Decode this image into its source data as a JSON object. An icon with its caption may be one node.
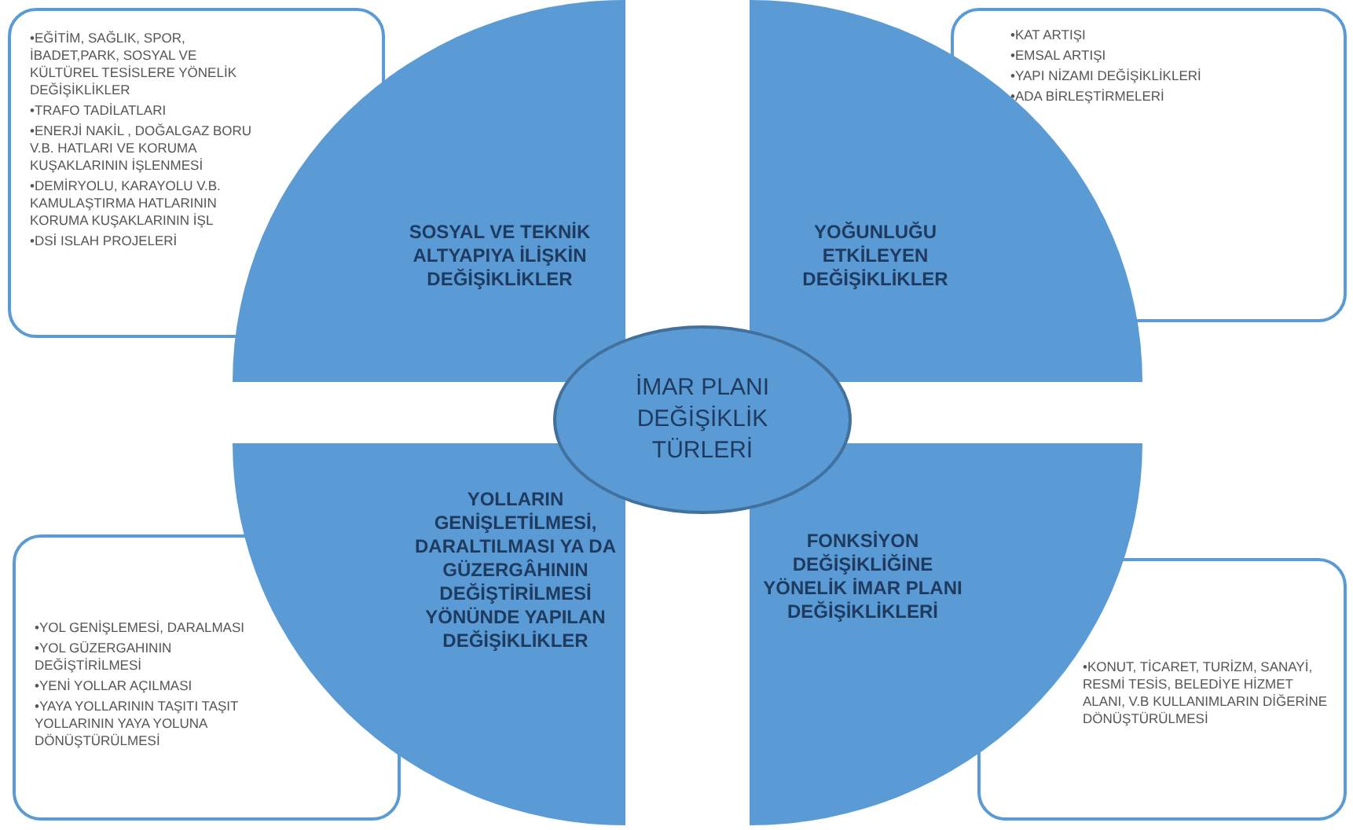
{
  "diagram": {
    "nodes": [
      {
        "text": [
          "•EĞİTİM, SAĞLIK, SPOR, İBADET,PARK, SOSYAL VE KÜLTÜREL TESİSLERE YÖNELİK DEĞİŞİKLİKLER",
          "•TRAFO TADİLATLARI",
          "•ENERJİ NAKİL , DOĞALGAZ BORU V.B. HATLARI VE KORUMA KUŞAKLARININ İŞLENMESİ",
          "•DEMİRYOLU, KARAYOLU V.B. KAMULAŞTIRMA HATLARININ KORUMA KUŞAKLARININ İŞL",
          "•DSİ ISLAH PROJELERİ"
        ]
      },
      {
        "text": [
          "SOSYAL VE TEKNİK ALTYAPIYA İLİŞKİN DEĞİŞİKLİKLER"
        ]
      },
      {
        "text": [
          "YOĞUNLUĞU ETKİLEYEN DEĞİŞİKLİKLER"
        ]
      },
      {
        "text": [
          "•KAT ARTIŞI",
          "•EMSAL ARTIŞI",
          "•YAPI NİZAMI DEĞİŞİKLİKLERİ",
          "•ADA BİRLEŞTİRMELERİ"
        ]
      },
      {
        "text": [
          "İMAR PLANI DEĞİŞİKLİK TÜRLERİ"
        ]
      },
      {
        "text": [
          "•YOL GENİŞLEMESİ, DARALMASI",
          "•YOL GÜZERGAHININ DEĞİŞTİRİLMESİ",
          "•YENİ YOLLAR AÇILMASI",
          "•YAYA YOLLARININ TAŞITI TAŞIT YOLLARININ YAYA YOLUNA DÖNÜŞTÜRÜLMESİ"
        ]
      },
      {
        "text": [
          "YOLLARIN GENİŞLETİLMESİ, DARALTILMASI YA DA GÜZERGÂHININ DEĞİŞTİRİLMESİ YÖNÜNDE YAPILAN DEĞİŞİKLİKLER"
        ]
      },
      {
        "text": [
          "FONKSİYON DEĞİŞİKLİĞİNE YÖNELİK İMAR PLANI DEĞİŞİKLİKLERİ"
        ]
      },
      {
        "text": [
          "•KONUT, TİCARET, TURİZM, SANAYİ, RESMİ TESİS, BELEDİYE HİZMET ALANI, V.B KULLANIMLARIN DİĞERİNE DÖNÜŞTÜRÜLMESİ"
        ]
      }
    ]
  }
}
